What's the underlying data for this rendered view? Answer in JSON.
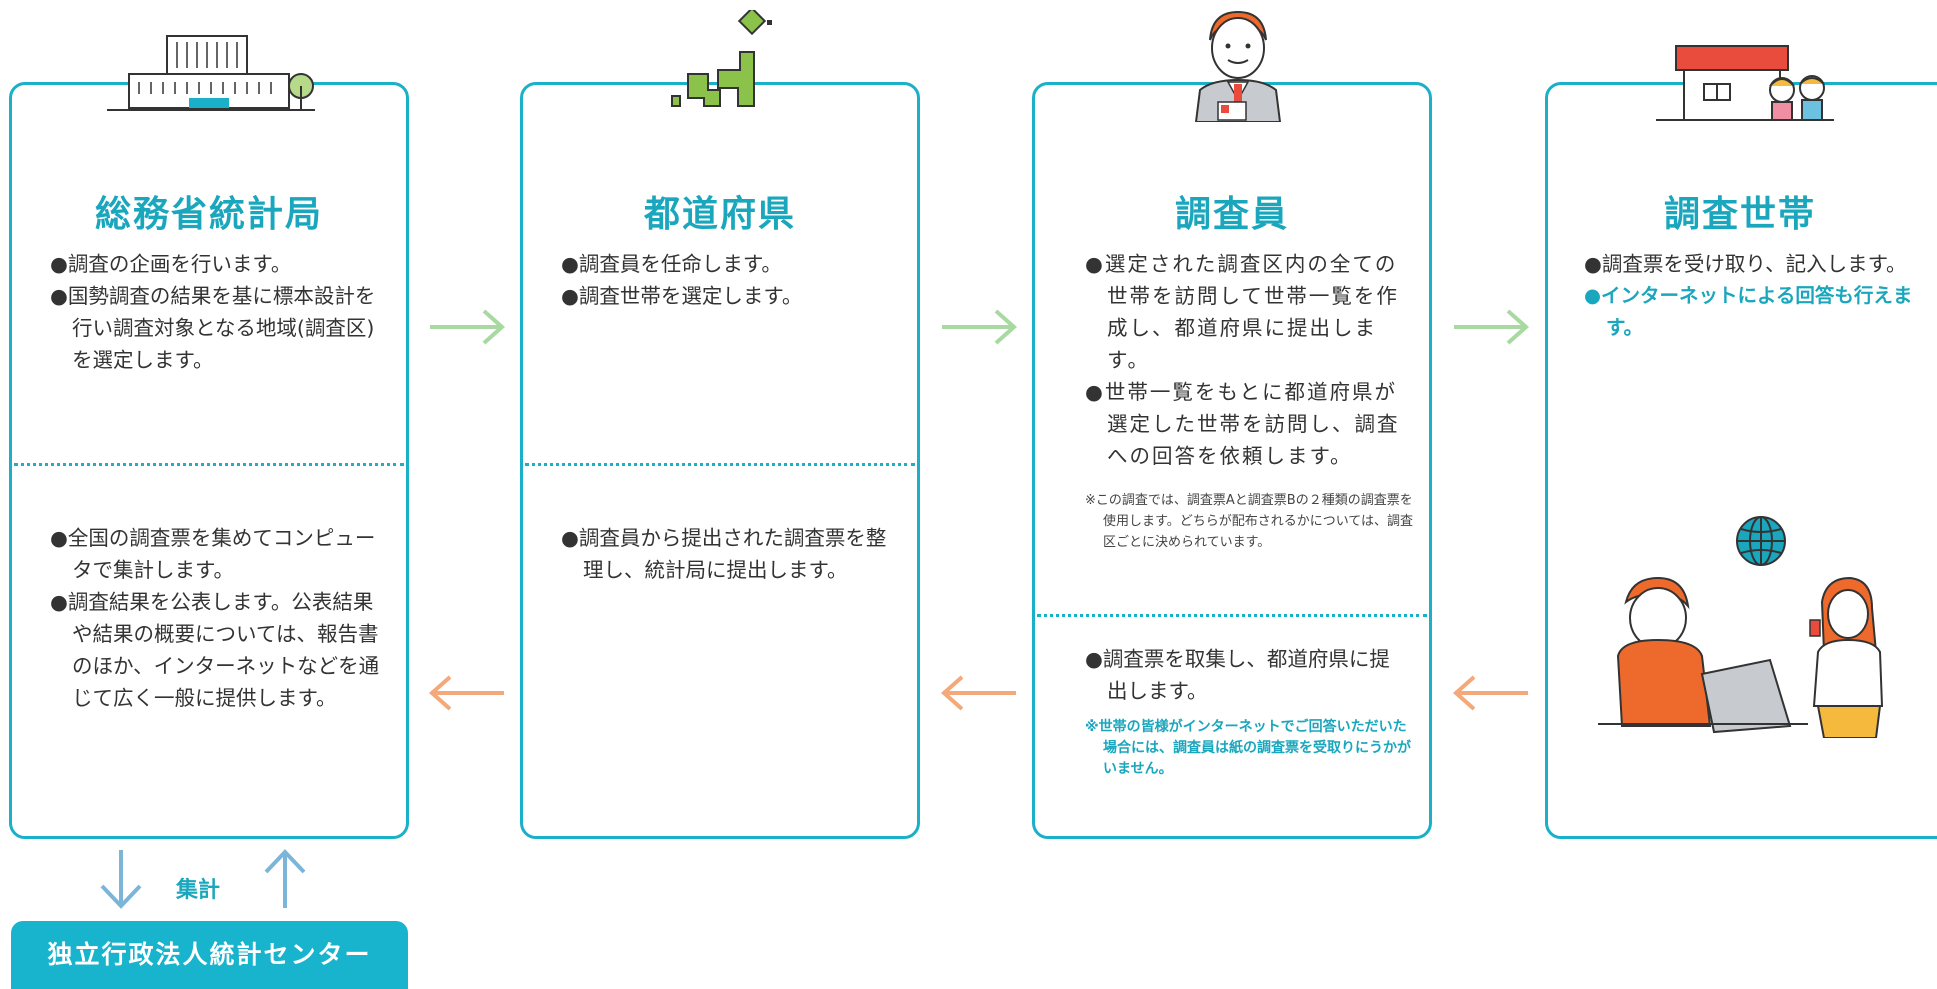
{
  "cards": [
    {
      "title": "総務省統計局",
      "top_items": [
        "●調査の企画を行います。",
        "●国勢調査の結果を基に標本設計を行い調査対象となる地域(調査区)を選定します。"
      ],
      "bottom_items": [
        "●全国の調査票を集めてコンピュータで集計します。",
        "●調査結果を公表します。公表結果や結果の概要については、報告書のほか、インターネットなどを通じて広く一般に提供します。"
      ]
    },
    {
      "title": "都道府県",
      "top_items": [
        "●調査員を任命します。",
        "●調査世帯を選定します。"
      ],
      "bottom_items": [
        "●調査員から提出された調査票を整理し、統計局に提出します。"
      ]
    },
    {
      "title": "調査員",
      "top_items": [
        "●選定された調査区内の全ての世帯を訪問して世帯一覧を作成し、都道府県に提出します。",
        "●世帯一覧をもとに都道府県が選定した世帯を訪問し、調査への回答を依頼します。"
      ],
      "top_note": "※この調査では、調査票Aと調査票Bの２種類の調査票を使用します。どちらが配布されるかについては、調査区ごとに決められています。",
      "bottom_items": [
        "●調査票を取集し、都道府県に提出します。"
      ],
      "bottom_note": "※世帯の皆様がインターネットでご回答いただいた場合には、調査員は紙の調査票を受取りにうかがいません。"
    },
    {
      "title": "調査世帯",
      "top_items": [
        "●調査票を受け取り、記入します。"
      ],
      "top_highlight": "●インターネットによる回答も行えます。"
    }
  ],
  "aggregate_label": "集計",
  "center_label": "独立行政法人統計センター",
  "colors": {
    "accent": "#1ab0c8",
    "arrow_forward": "#a8d9a0",
    "arrow_back": "#f4a97a",
    "up_down": "#7bb6d9"
  },
  "icons": [
    "office-building-icon",
    "japan-map-icon",
    "surveyor-icon",
    "house-family-icon",
    "globe-icon",
    "household-computer-icon"
  ]
}
